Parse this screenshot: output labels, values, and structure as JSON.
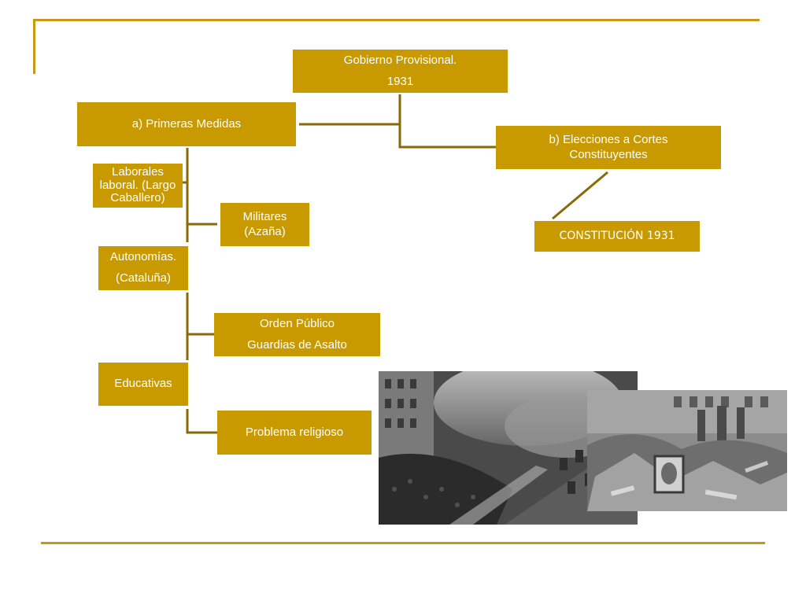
{
  "diagram": {
    "root": {
      "line1": "Gobierno Provisional.",
      "line2": "1931"
    },
    "primeras": "a) Primeras Medidas",
    "elecciones": {
      "line1": "b) Elecciones a Cortes",
      "line2": "Constituyentes"
    },
    "constitucion": "CONSTITUCIÓN 1931",
    "laborales": {
      "line1": "Laborales",
      "line2": "laboral. (Largo",
      "line3": "Caballero)"
    },
    "militares": {
      "line1": "Militares",
      "line2": "(Azaña)"
    },
    "autonomias": {
      "line1": "Autonomías.",
      "line2": "(Cataluña)"
    },
    "orden": {
      "line1": "Orden Público",
      "line2": "Guardias de Asalto"
    },
    "educativas": "Educativas",
    "religioso": "Problema religioso"
  },
  "colors": {
    "accent": "#c89a00",
    "frame": "#c89a14",
    "connector": "#8a6a08"
  },
  "photos": [
    {
      "name": "burning-building-crowd-photo"
    },
    {
      "name": "destroyed-religious-objects-photo"
    }
  ]
}
